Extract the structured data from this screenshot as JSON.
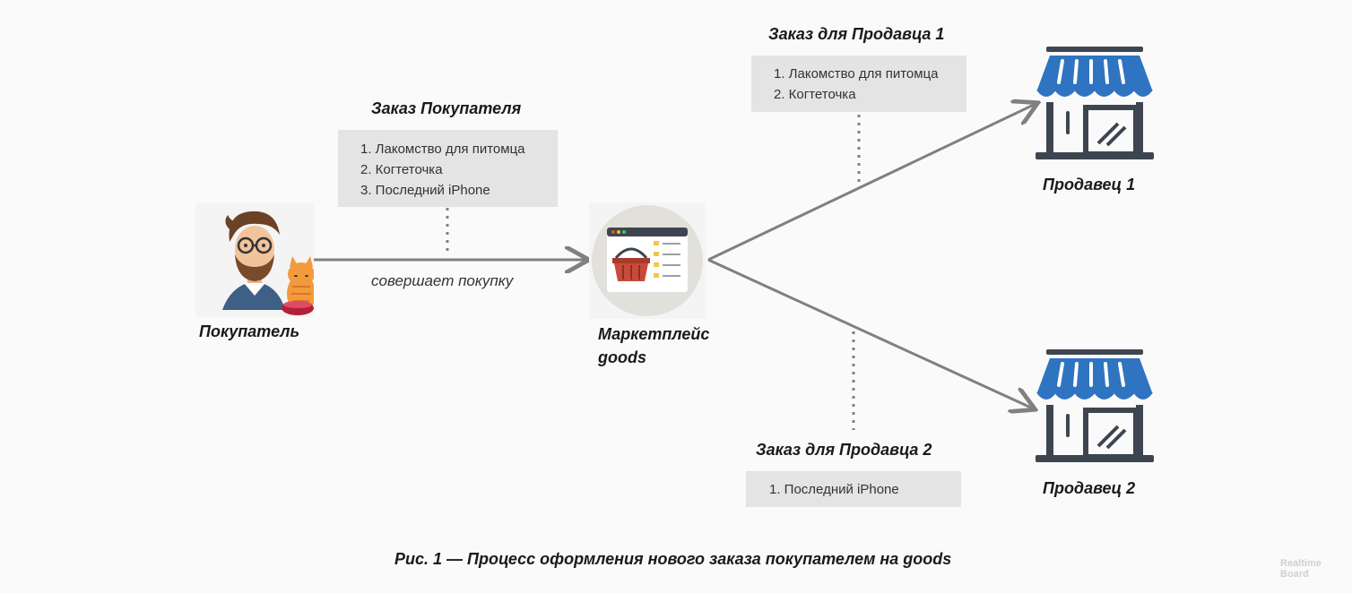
{
  "buyer_order": {
    "title": "Заказ Покупателя",
    "items": [
      "1. Лакомство для питомца",
      "2. Когтеточка",
      "3. Последний iPhone"
    ]
  },
  "seller1_order": {
    "title": "Заказ для Продавца 1",
    "items": [
      "1. Лакомство для питомца",
      "2. Когтеточка"
    ]
  },
  "seller2_order": {
    "title": "Заказ для Продавца 2",
    "items": [
      "1. Последний iPhone"
    ]
  },
  "edge_label": "совершает покупку",
  "nodes": {
    "buyer": "Покупатель",
    "marketplace_line1": "Маркетплейс",
    "marketplace_line2": "goods",
    "seller1": "Продавец 1",
    "seller2": "Продавец 2"
  },
  "figure_caption": "Рис. 1 — Процесс оформления нового заказа покупателем на goods",
  "watermark": [
    "Realtime",
    "Board"
  ],
  "colors": {
    "arrow": "#808080",
    "box_bg": "#e4e4e4",
    "store_blue": "#2f74c0",
    "store_dark": "#3d4650",
    "basket_red": "#c84b3a",
    "cat_orange": "#f39a3c"
  }
}
